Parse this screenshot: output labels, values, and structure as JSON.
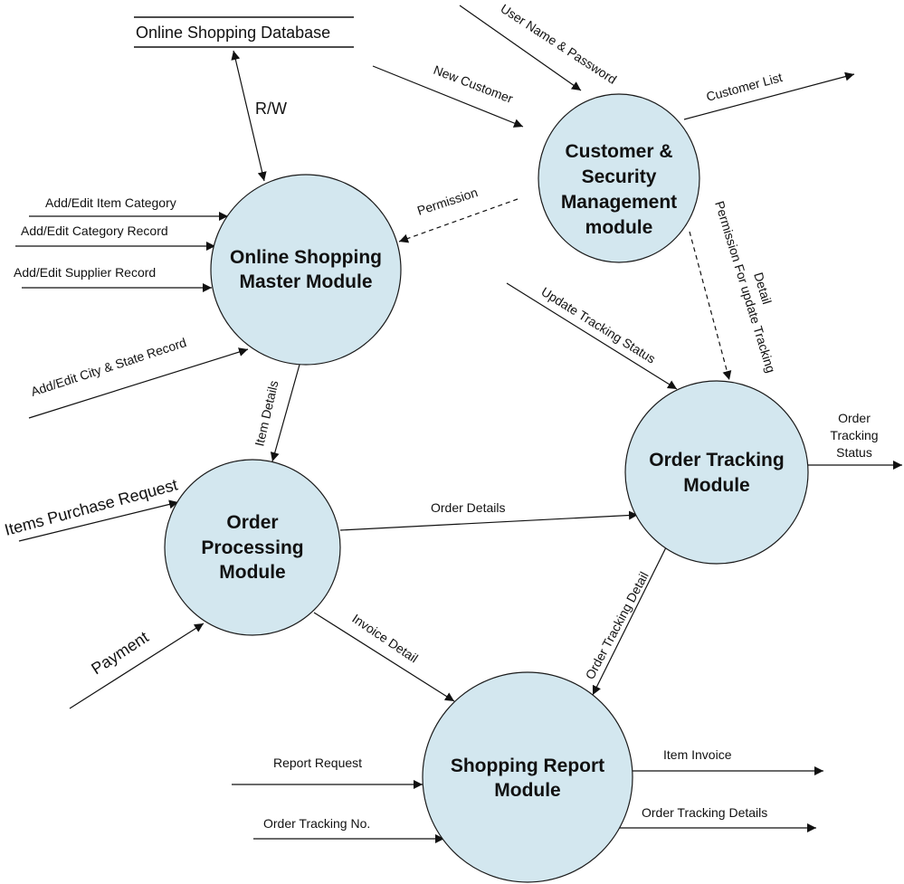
{
  "diagram": {
    "type": "data-flow-diagram",
    "data_store": {
      "id": "db",
      "label": "Online Shopping Database"
    },
    "processes": [
      {
        "id": "master",
        "lines": [
          "Online Shopping",
          "Master Module"
        ]
      },
      {
        "id": "customer",
        "lines": [
          "Customer &",
          "Security",
          "Management",
          "module"
        ]
      },
      {
        "id": "tracking",
        "lines": [
          "Order Tracking",
          "Module"
        ]
      },
      {
        "id": "processing",
        "lines": [
          "Order",
          "Processing",
          "Module"
        ]
      },
      {
        "id": "report",
        "lines": [
          "Shopping Report",
          "Module"
        ]
      }
    ],
    "flows": [
      {
        "id": "rw",
        "label": "R/W",
        "from": "master",
        "to": "db",
        "bidirectional": true,
        "style": "solid"
      },
      {
        "id": "add-item-category",
        "label": "Add/Edit Item Category",
        "from": "external",
        "to": "master",
        "style": "solid"
      },
      {
        "id": "add-category-record",
        "label": "Add/Edit Category Record",
        "from": "external",
        "to": "master",
        "style": "solid"
      },
      {
        "id": "add-supplier-record",
        "label": "Add/Edit Supplier Record",
        "from": "external",
        "to": "master",
        "style": "solid"
      },
      {
        "id": "add-city-state-record",
        "label": "Add/Edit City & State Record",
        "from": "external",
        "to": "master",
        "style": "solid"
      },
      {
        "id": "new-customer",
        "label": "New Customer",
        "from": "external",
        "to": "customer",
        "style": "solid"
      },
      {
        "id": "user-name-password",
        "label": "User Name & Password",
        "from": "external",
        "to": "customer",
        "style": "solid"
      },
      {
        "id": "customer-list",
        "label": "Customer List",
        "from": "customer",
        "to": "external",
        "style": "solid"
      },
      {
        "id": "permission",
        "label": "Permission",
        "from": "customer",
        "to": "master",
        "style": "dashed"
      },
      {
        "id": "permission-update-tracking",
        "label_lines": [
          "Permission For update Tracking",
          "Detail"
        ],
        "from": "customer",
        "to": "tracking",
        "style": "dashed"
      },
      {
        "id": "update-tracking-status",
        "label": "Update Tracking Status",
        "from": "external",
        "to": "tracking",
        "style": "solid"
      },
      {
        "id": "item-details",
        "label": "Item Details",
        "from": "master",
        "to": "processing",
        "style": "solid"
      },
      {
        "id": "order-tracking-status",
        "label_lines": [
          "Order",
          "Tracking",
          "Status"
        ],
        "from": "tracking",
        "to": "external",
        "style": "solid"
      },
      {
        "id": "items-purchase-request",
        "label": "Items Purchase Request",
        "from": "external",
        "to": "processing",
        "style": "solid"
      },
      {
        "id": "order-details",
        "label": "Order Details",
        "from": "processing",
        "to": "tracking",
        "style": "solid"
      },
      {
        "id": "payment",
        "label": "Payment",
        "from": "external",
        "to": "processing",
        "style": "solid"
      },
      {
        "id": "invoice-detail",
        "label": "Invoice Detail",
        "from": "processing",
        "to": "report",
        "style": "solid"
      },
      {
        "id": "order-tracking-detail",
        "label": "Order Tracking Detail",
        "from": "tracking",
        "to": "report",
        "style": "solid"
      },
      {
        "id": "report-request",
        "label": "Report Request",
        "from": "external",
        "to": "report",
        "style": "solid"
      },
      {
        "id": "order-tracking-no",
        "label": "Order Tracking No.",
        "from": "external",
        "to": "report",
        "style": "solid"
      },
      {
        "id": "item-invoice",
        "label": "Item Invoice",
        "from": "report",
        "to": "external",
        "style": "solid"
      },
      {
        "id": "order-tracking-details",
        "label": "Order Tracking Details",
        "from": "report",
        "to": "external",
        "style": "solid"
      }
    ]
  }
}
